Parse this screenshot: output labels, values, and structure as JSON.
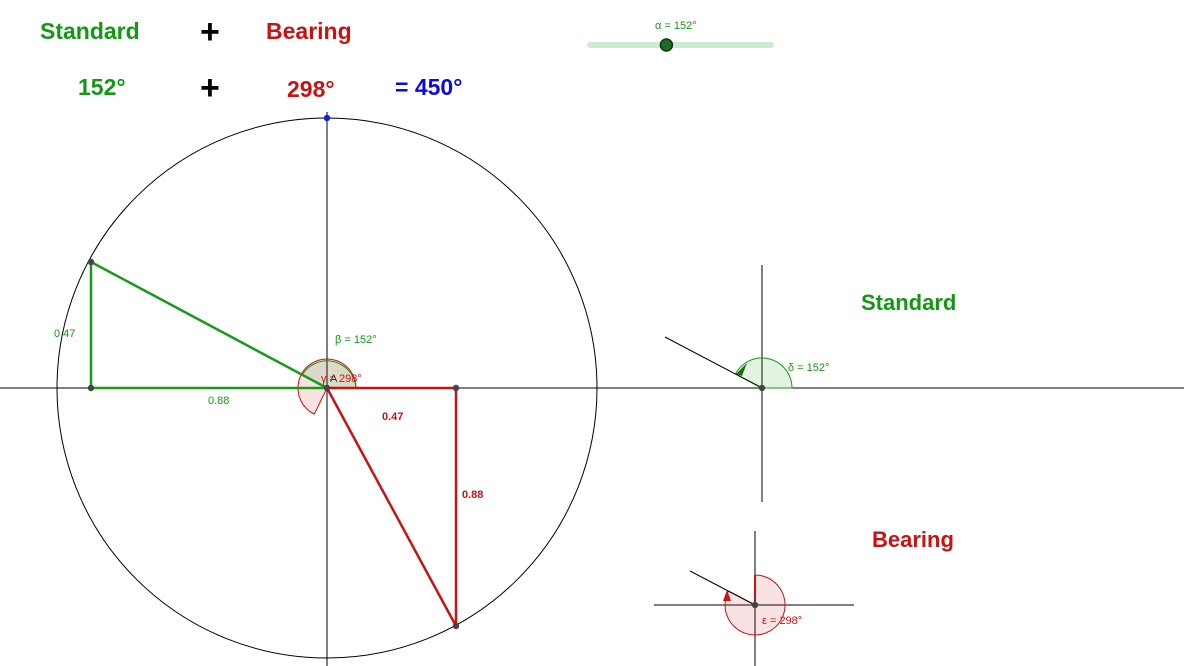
{
  "header": {
    "standard_label": "Standard",
    "plus_sign": "+",
    "bearing_label": "Bearing",
    "standard_value": "152°",
    "bearing_value": "298°",
    "sum_text": "= 450°"
  },
  "slider": {
    "label": "α = 152°",
    "value": 152,
    "min": 0,
    "max": 360
  },
  "main_figure": {
    "beta_label": "β = 152°",
    "gamma_label": "γ = 298°",
    "center_point_label": "A",
    "green_vertical_leg": "0.47",
    "green_horizontal_leg": "0.88",
    "red_horizontal_leg": "0.47",
    "red_vertical_leg": "0.88"
  },
  "standard_panel": {
    "title": "Standard",
    "angle_label": "δ = 152°"
  },
  "bearing_panel": {
    "title": "Bearing",
    "angle_label": "ε = 298°"
  },
  "colors": {
    "standard": "#119911",
    "bearing": "#cc1111",
    "sum": "#0a0ae6",
    "axis": "#000000"
  }
}
